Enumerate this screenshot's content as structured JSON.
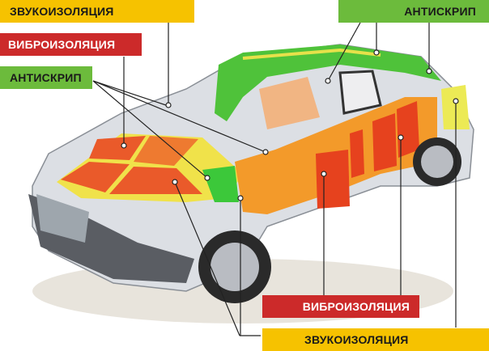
{
  "diagram": {
    "subject": "car body sound insulation zones",
    "legend_colors": {
      "sound_insulation": "#f6c200",
      "vibration_insulation": "#cc2a2a",
      "anti_squeak": "#6cbb3c"
    },
    "labels": {
      "top_left_sound": "ЗВУКОИЗОЛЯЦИЯ",
      "top_left_vibration": "ВИБРОИЗОЛЯЦИЯ",
      "top_left_antisqueak": "АНТИСКРИП",
      "top_right_antisqueak": "АНТИСКРИП",
      "bottom_vibration": "ВИБРОИЗОЛЯЦИЯ",
      "bottom_sound": "ЗВУКОИЗОЛЯЦИЯ"
    }
  }
}
